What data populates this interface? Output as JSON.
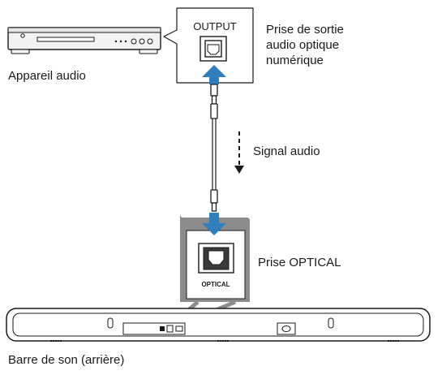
{
  "labels": {
    "audio_device": "Appareil audio",
    "output_port": "OUTPUT",
    "digital_output_line1": "Prise de sortie",
    "digital_output_line2": "audio optique",
    "digital_output_line3": "numérique",
    "signal": "Signal audio",
    "optical_jack": "Prise OPTICAL",
    "optical_small": "OPTICAL",
    "soundbar_rear": "Barre de son (arrière)"
  },
  "colors": {
    "arrow_blue": "#2f7fbf",
    "line": "#1a1a1a",
    "panel_gray": "#8c8c8c",
    "device_fill": "#f2f2f2"
  },
  "icons": {
    "signal_direction": "dashed-down-arrow",
    "connection_direction": "solid-blue-arrow"
  }
}
